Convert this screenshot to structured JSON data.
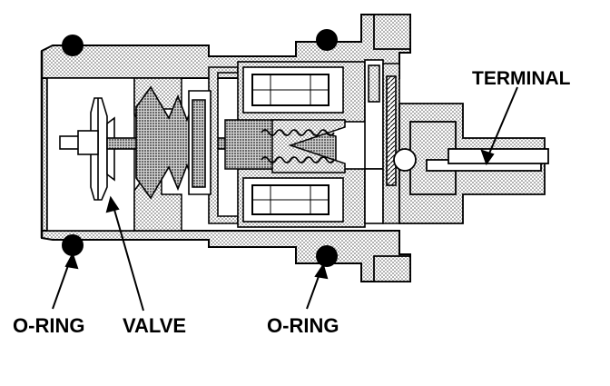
{
  "labels": {
    "terminal": "TERMINAL",
    "oring_left": "O-RING",
    "valve": "VALVE",
    "oring_right": "O-RING"
  },
  "colors": {
    "ink": "#000000",
    "paper": "#ffffff",
    "stipple": "#b8b8b8",
    "dark_stipple": "#7a7a7a"
  }
}
